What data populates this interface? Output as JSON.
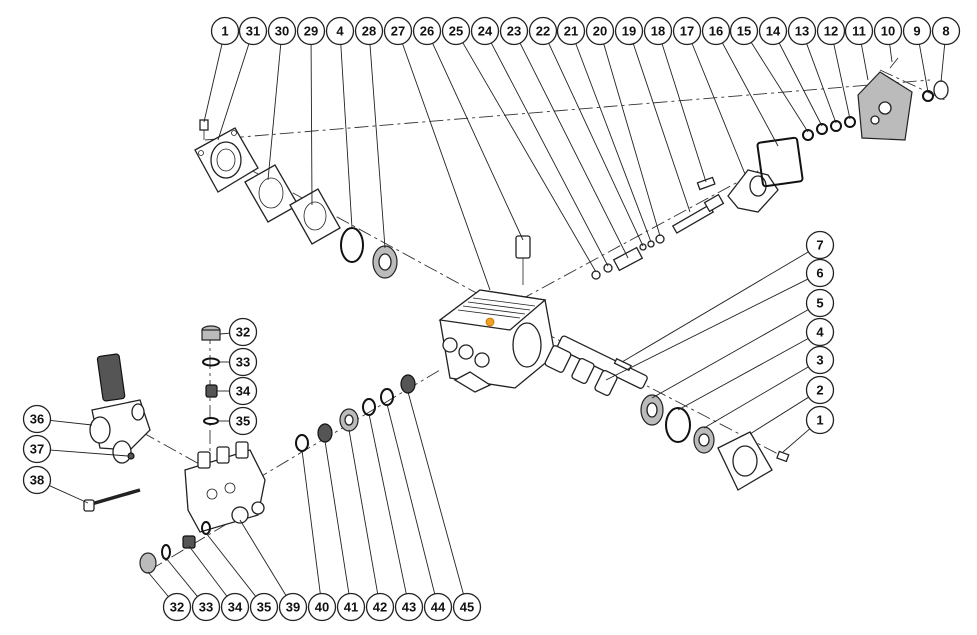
{
  "callouts": [
    {
      "label": "1"
    },
    {
      "label": "31"
    },
    {
      "label": "30"
    },
    {
      "label": "29"
    },
    {
      "label": "4"
    },
    {
      "label": "28"
    },
    {
      "label": "27"
    },
    {
      "label": "26"
    },
    {
      "label": "25"
    },
    {
      "label": "24"
    },
    {
      "label": "23"
    },
    {
      "label": "22"
    },
    {
      "label": "21"
    },
    {
      "label": "20"
    },
    {
      "label": "19"
    },
    {
      "label": "18"
    },
    {
      "label": "17"
    },
    {
      "label": "16"
    },
    {
      "label": "15"
    },
    {
      "label": "14"
    },
    {
      "label": "13"
    },
    {
      "label": "12"
    },
    {
      "label": "11"
    },
    {
      "label": "10"
    },
    {
      "label": "9"
    },
    {
      "label": "8"
    },
    {
      "label": "7"
    },
    {
      "label": "6"
    },
    {
      "label": "5"
    },
    {
      "label": "4"
    },
    {
      "label": "3"
    },
    {
      "label": "2"
    },
    {
      "label": "1"
    },
    {
      "label": "32"
    },
    {
      "label": "33"
    },
    {
      "label": "34"
    },
    {
      "label": "35"
    },
    {
      "label": "36"
    },
    {
      "label": "37"
    },
    {
      "label": "38"
    },
    {
      "label": "32"
    },
    {
      "label": "33"
    },
    {
      "label": "34"
    },
    {
      "label": "35"
    },
    {
      "label": "39"
    },
    {
      "label": "40"
    },
    {
      "label": "41"
    },
    {
      "label": "42"
    },
    {
      "label": "43"
    },
    {
      "label": "44"
    },
    {
      "label": "45"
    }
  ]
}
